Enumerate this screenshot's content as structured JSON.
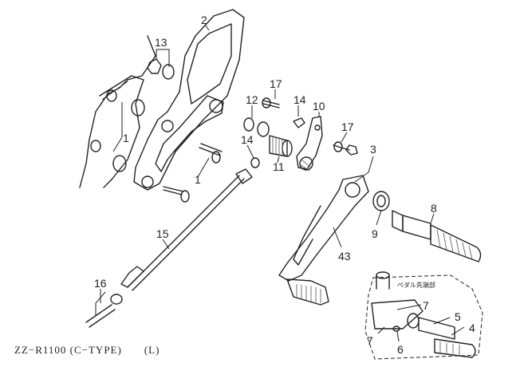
{
  "diagram": {
    "caption": "ZZ−R1100 (C−TYPE)　　(L)",
    "inset_label": "ペダル先端部",
    "callouts": [
      "13",
      "2",
      "17",
      "12",
      "14",
      "10",
      "1",
      "14",
      "11",
      "17",
      "1",
      "3",
      "8",
      "15",
      "9",
      "43",
      "16",
      "7",
      "5",
      "4",
      "7",
      "6"
    ]
  }
}
